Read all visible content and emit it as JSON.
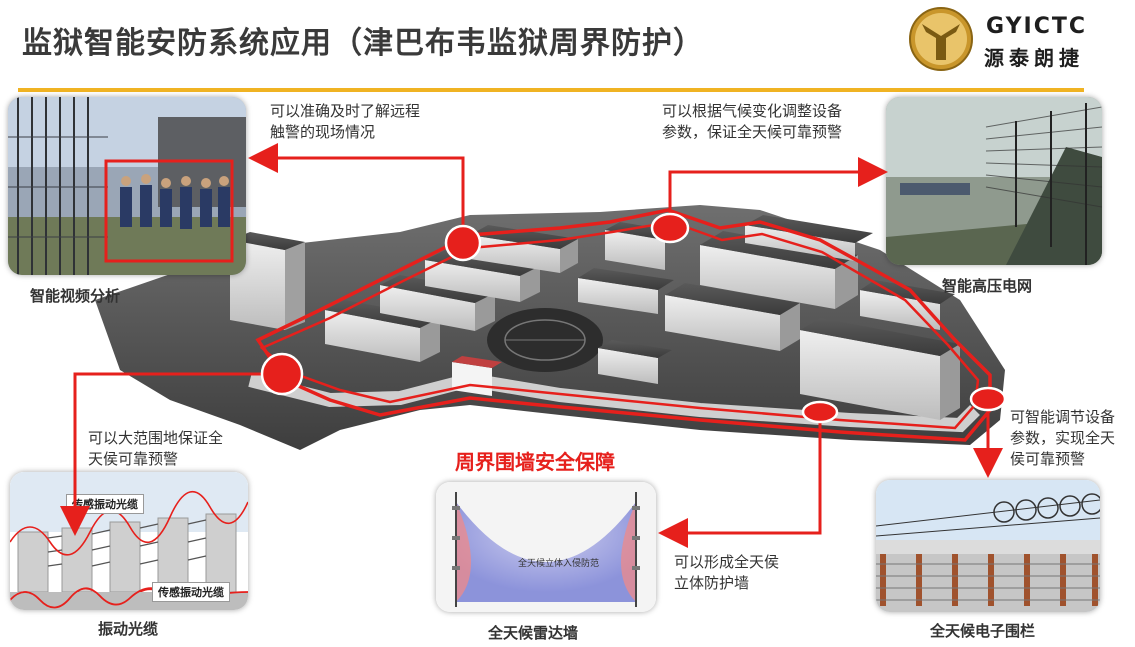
{
  "header": {
    "title": "监狱智能安防系统应用（津巴布韦监狱周界防护）"
  },
  "logo": {
    "brand_en": "GYICTC",
    "brand_cn": "源泰朗捷"
  },
  "center": {
    "caption": "周界围墙安全保障"
  },
  "features": {
    "video": {
      "label": "智能视频分析",
      "note_line1": "可以准确及时了解远程",
      "note_line2": "触警的现场情况"
    },
    "electric_net": {
      "label": "智能高压电网",
      "note_line1": "可以根据气候变化调整设备",
      "note_line2": "参数，保证全天候可靠预警"
    },
    "fiber": {
      "label": "振动光缆",
      "note_line1": "可以大范围地保证全",
      "note_line2": "天侯可靠预警",
      "tag_top": "传感振动光缆",
      "tag_bottom": "传感振动光缆"
    },
    "radar": {
      "label": "全天候雷达墙",
      "note_line1": "可以形成全天侯",
      "note_line2": "立体防护墙",
      "inner_text": "全天候立体入侵防范"
    },
    "fence": {
      "label": "全天候电子围栏",
      "note_line1": "可智能调节设备",
      "note_line2": "参数，实现全天",
      "note_line3": "侯可靠预警"
    }
  },
  "colors": {
    "accent_red": "#e6201c",
    "rule_gold": "#f0b323",
    "text_dark": "#333333"
  }
}
